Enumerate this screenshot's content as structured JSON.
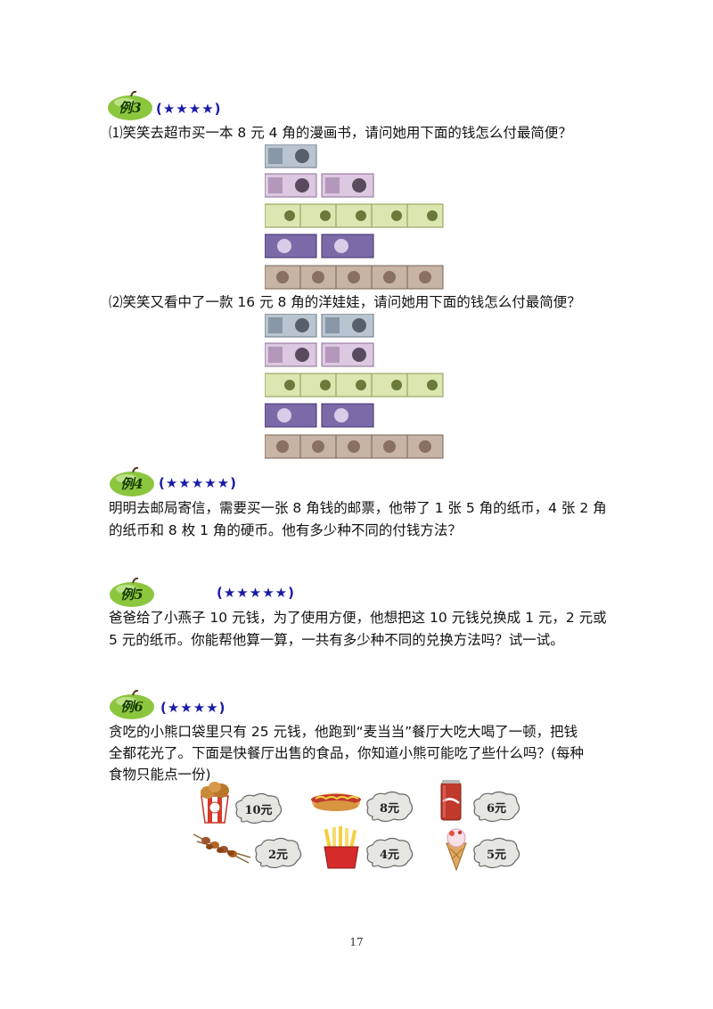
{
  "ex3": {
    "badge": "例3",
    "stars": "(★★★★)",
    "q1": "⑴笑笑去超市买一本 8 元 4 角的漫画书，请问她用下面的钱怎么付最简便？",
    "q2": "⑵笑笑又看中了一款 16 元 8 角的洋娃娃，请问她用下面的钱怎么付最简便？"
  },
  "ex4": {
    "badge": "例4",
    "stars": "(★★★★★)",
    "line1": "明明去邮局寄信，需要买一张 8 角钱的邮票，他带了 1 张 5 角的纸币，4 张 2 角",
    "line2": "的纸币和 8 枚 1 角的硬币。他有多少种不同的付钱方法？"
  },
  "ex5": {
    "badge": "例5",
    "stars": "(★★★★★)",
    "line1": "爸爸给了小燕子 10 元钱，为了使用方便，他想把这 10 元钱兑换成 1 元，2 元或",
    "line2": "5 元的纸币。你能帮他算一算，一共有多少种不同的兑换方法吗？试一试。"
  },
  "ex6": {
    "badge": "例6",
    "stars": "(★★★★)",
    "line1": "贪吃的小熊口袋里只有 25 元钱，他跑到“麦当当”餐厅大吃大喝了一顿，把钱",
    "line2": "全都花光了。下面是快餐厅出售的食品，你知道小熊可能吃了些什么吗？(每种",
    "line3": "食物只能点一份)",
    "foods": [
      {
        "icon": "fried-chicken-bucket-icon",
        "price": "10元"
      },
      {
        "icon": "hot-dog-icon",
        "price": "8元"
      },
      {
        "icon": "cola-can-icon",
        "price": "6元"
      },
      {
        "icon": "kebab-skewers-icon",
        "price": "2元"
      },
      {
        "icon": "french-fries-icon",
        "price": "4元"
      },
      {
        "icon": "ice-cream-cone-icon",
        "price": "5元"
      }
    ]
  },
  "page_number": "17",
  "colors": {
    "badge_green": "#8cc63f",
    "stars_blue": "#1a1aa8",
    "note_10yuan": "#7e8c9a",
    "note_5yuan": "#a88cb4",
    "note_1yuan": "#a5b870",
    "note_5jiao": "#5c4a8a",
    "note_1jiao": "#9b8270"
  }
}
